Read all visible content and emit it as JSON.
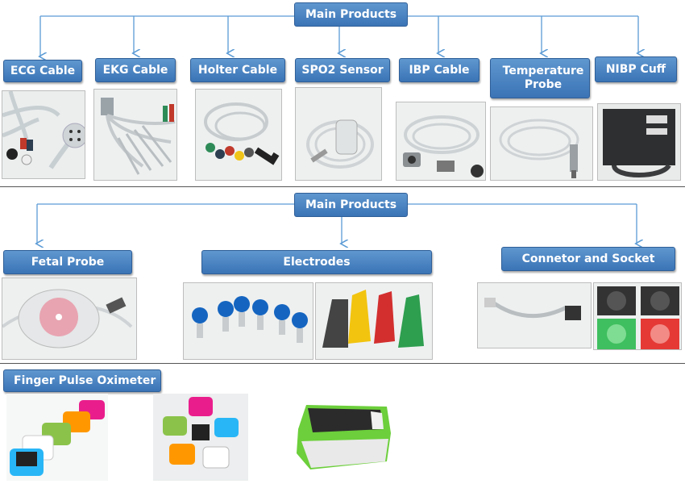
{
  "section1": {
    "title": "Main Products",
    "items": [
      {
        "label": "ECG Cable"
      },
      {
        "label": "EKG Cable"
      },
      {
        "label": "Holter Cable"
      },
      {
        "label": "SPO2 Sensor"
      },
      {
        "label": "IBP Cable"
      },
      {
        "label": "Temperature Probe"
      },
      {
        "label": "NIBP Cuff"
      }
    ]
  },
  "section2": {
    "title": "Main Products",
    "items": [
      {
        "label": "Fetal Probe"
      },
      {
        "label": "Electrodes"
      },
      {
        "label": "Connetor and Socket"
      }
    ]
  },
  "section3": {
    "title": "Finger Pulse Oximeter"
  },
  "colors": {
    "header_blue": "#3b74b6",
    "arrow_blue": "#5b9bd5",
    "separator": "#222222"
  }
}
